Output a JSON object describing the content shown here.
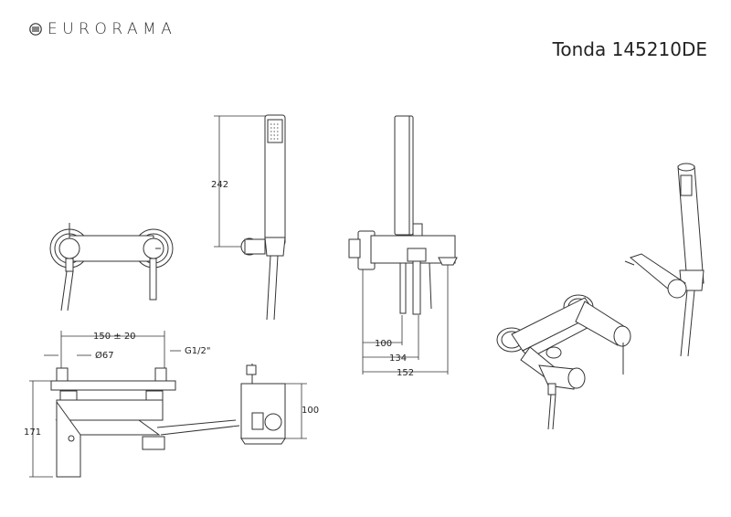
{
  "brand": {
    "name": "EURORAMA",
    "icon": "eurorama-logo-icon"
  },
  "model": "Tonda 145210DE",
  "dimensions": {
    "height_handshower": "242",
    "center_distance": "150 ± 20",
    "rosette_diameter": "Ø67",
    "thread": "G1/2\"",
    "spout_height": "100",
    "total_height": "171",
    "depth_1": "100",
    "depth_2": "134",
    "depth_3": "152"
  }
}
